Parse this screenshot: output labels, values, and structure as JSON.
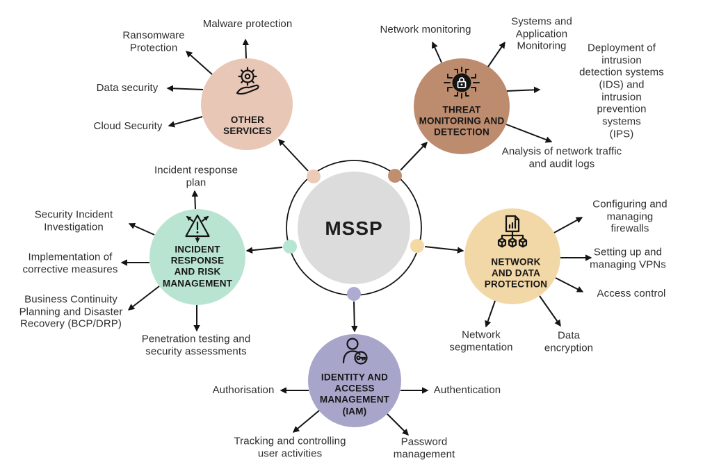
{
  "hub": {
    "title": "MSSP",
    "color": "#dddcdc"
  },
  "palette": {
    "line": "#141414",
    "text": "#2e2e2e",
    "title_text": "#161616",
    "background": "#ffffff"
  },
  "nodes": [
    {
      "id": "other-services",
      "title": "OTHER\nSERVICES",
      "color": "#e8c7b6",
      "dot_color": "#eccab8",
      "icon": "gear-hand-icon",
      "branches": [
        "Malware protection",
        "Ransomware\nProtection",
        "Data security",
        "Cloud Security"
      ]
    },
    {
      "id": "threat-monitoring-and-detection",
      "title": "THREAT\nMONITORING AND\nDETECTION",
      "color": "#bd8c6e",
      "dot_color": "#c08f70",
      "icon": "circuit-lock-icon",
      "branches": [
        "Network monitoring",
        "Systems and\nApplication\nMonitoring",
        "Deployment of intrusion\ndetection systems (IDS) and\nintrusion prevention systems\n(IPS)",
        "Analysis of network traffic\nand audit logs"
      ]
    },
    {
      "id": "network-and-data-protection",
      "title": "NETWORK\nAND DATA\nPROTECTION",
      "color": "#f2d8a7",
      "dot_color": "#f3d9a4",
      "icon": "data-cubes-icon",
      "branches": [
        "Configuring and\nmanaging firewalls",
        "Setting up and\nmanaging VPNs",
        "Access control",
        "Data\nencryption",
        "Network\nsegmentation"
      ]
    },
    {
      "id": "identity-and-access-management",
      "title": "IDENTITY AND\nACCESS\nMANAGEMENT\n(IAM)",
      "color": "#a8a5cb",
      "dot_color": "#aeabd3",
      "icon": "user-key-icon",
      "branches": [
        "Authorisation",
        "Authentication",
        "Tracking and controlling\nuser activities",
        "Password\nmanagement"
      ]
    },
    {
      "id": "incident-response-and-risk-management",
      "title": "INCIDENT\nRESPONSE\nAND RISK\nMANAGEMENT",
      "color": "#b9e4d2",
      "dot_color": "#b6e6d3",
      "icon": "risk-warning-icon",
      "branches": [
        "Incident response\nplan",
        "Security Incident\nInvestigation",
        "Implementation of\ncorrective measures",
        "Business Continuity\nPlanning and Disaster\nRecovery (BCP/DRP)",
        "Penetration testing and\nsecurity assessments"
      ]
    }
  ]
}
